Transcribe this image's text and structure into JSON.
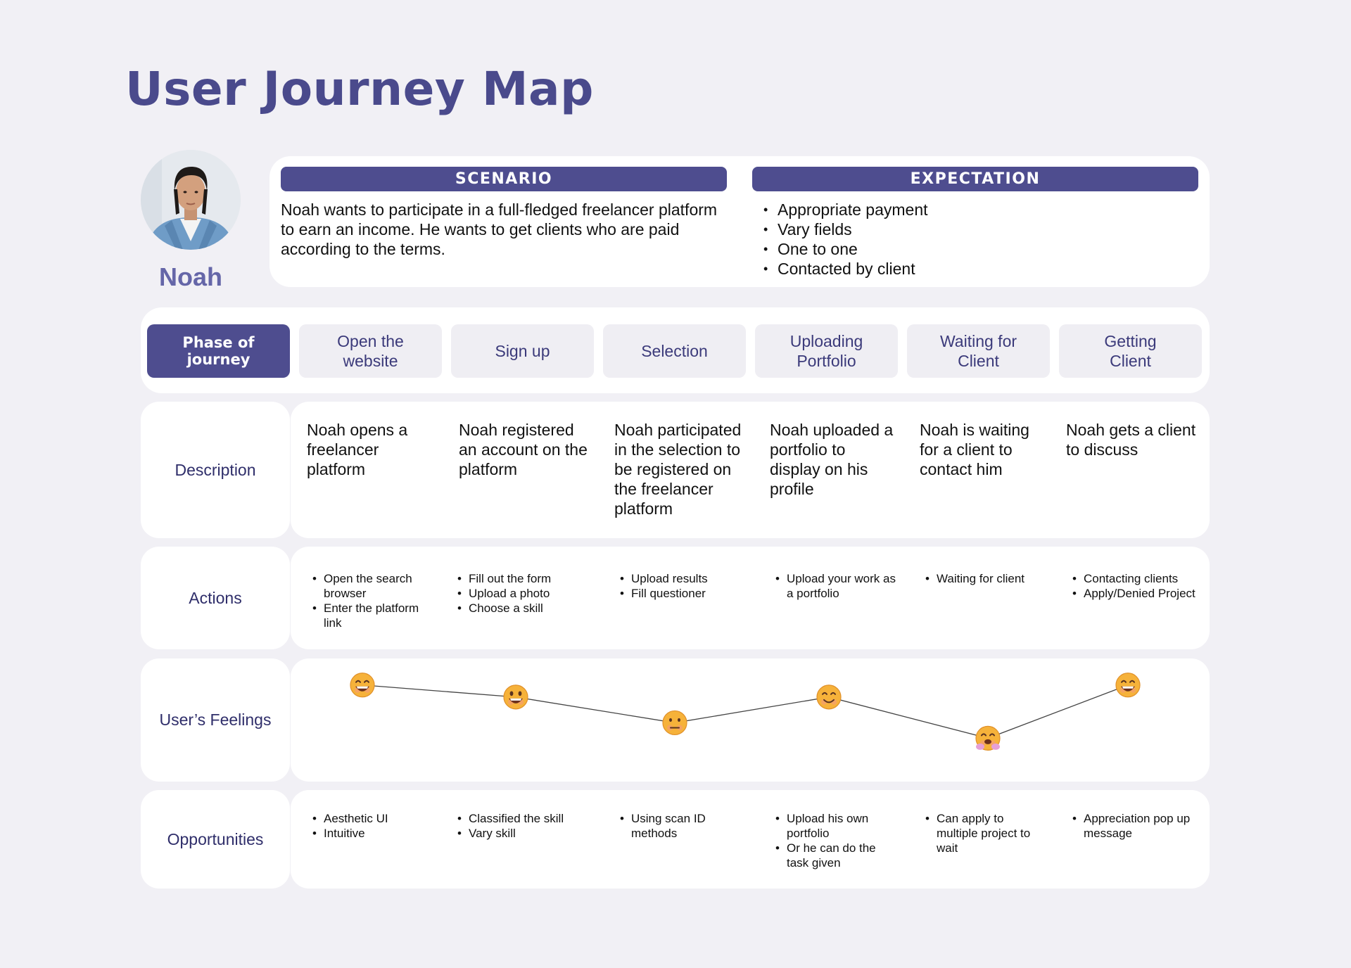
{
  "title": "User Journey Map",
  "persona": {
    "name": "Noah"
  },
  "scenario": {
    "label": "SCENARIO",
    "text": "Noah wants to participate in a full-fledged freelancer platform to earn an income. He wants to get clients who are paid according to the terms."
  },
  "expectation": {
    "label": "EXPECTATION",
    "items": [
      "Appropriate payment",
      "Vary fields",
      "One to one",
      "Contacted by client"
    ]
  },
  "phase": {
    "label": "Phase of\njourney",
    "items": [
      "Open the\nwebsite",
      "Sign up",
      "Selection",
      "Uploading\nPortfolio",
      "Waiting for\nClient",
      "Getting\nClient"
    ]
  },
  "rows": {
    "description": {
      "label": "Description",
      "items": [
        "Noah opens a freelancer platform",
        "Noah registered an account on the platform",
        "Noah participated in the selection to be registered on the freelancer platform",
        "Noah uploaded a portfolio to display on his profile",
        "Noah is waiting for a client to contact him",
        "Noah gets a client to discuss"
      ]
    },
    "actions": {
      "label": "Actions",
      "items": [
        [
          "Open the search browser",
          "Enter the platform link"
        ],
        [
          "Fill out the form",
          "Upload a photo",
          "Choose a skill"
        ],
        [
          "Upload results",
          "Fill questioner"
        ],
        [
          "Upload your work as a portfolio"
        ],
        [
          "Waiting for client"
        ],
        [
          "Contacting clients",
          "Apply/Denied Project"
        ]
      ]
    },
    "feelings": {
      "label": "User’s Feelings",
      "levels": [
        0.92,
        0.78,
        0.48,
        0.78,
        0.3,
        0.92
      ],
      "emotions": [
        "grinning-squinting",
        "grinning",
        "neutral",
        "smiling",
        "tired-hugging",
        "grinning-squinting"
      ]
    },
    "opportunities": {
      "label": "Opportunities",
      "items": [
        [
          "Aesthetic UI",
          "Intuitive"
        ],
        [
          "Classified the skill",
          "Vary skill"
        ],
        [
          "Using scan ID methods"
        ],
        [
          "Upload his own portfolio",
          "Or he can do the task given"
        ],
        [
          "Can apply to multiple project to wait"
        ],
        [
          "Appreciation pop up message"
        ]
      ]
    }
  },
  "colors": {
    "accent": "#4e4d8f",
    "title": "#4a4a8c",
    "background": "#f1f0f5",
    "card": "#ffffff"
  }
}
